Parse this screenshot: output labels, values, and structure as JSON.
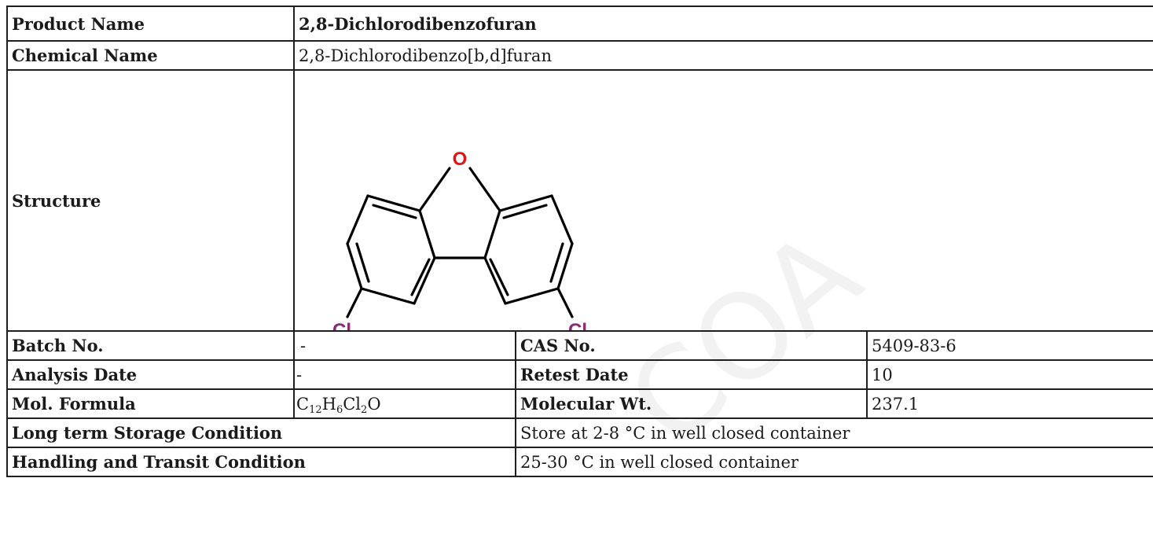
{
  "product": {
    "label": "Product Name",
    "value": "2,8-Dichlorodibenzofuran"
  },
  "chemical": {
    "label": "Chemical Name",
    "value": "2,8-Dichlorodibenzo[b,d]furan"
  },
  "structure": {
    "label": "Structure",
    "atom_oxygen": "O",
    "atom_chlorine_left": "Cl",
    "atom_chlorine_right": "Cl"
  },
  "batch": {
    "label": "Batch No.",
    "value": "-"
  },
  "cas": {
    "label": "CAS No.",
    "value": "5409-83-6"
  },
  "analysis_date": {
    "label": "Analysis Date",
    "value": "-"
  },
  "retest_date": {
    "label": "Retest Date",
    "value": "10"
  },
  "formula": {
    "label": "Mol. Formula",
    "c": "C",
    "c_count": "12",
    "h": "H",
    "h_count": "6",
    "cl": "Cl",
    "cl_count": "2",
    "o": "O"
  },
  "molecular_weight": {
    "label": "Molecular Wt.",
    "value": "237.1"
  },
  "storage": {
    "label": "Long term Storage Condition",
    "value": "Store at 2-8 °C in well closed container"
  },
  "handling": {
    "label": "Handling and Transit Condition",
    "value": "25-30 °C in well closed container"
  },
  "watermark": {
    "text": "COA"
  }
}
